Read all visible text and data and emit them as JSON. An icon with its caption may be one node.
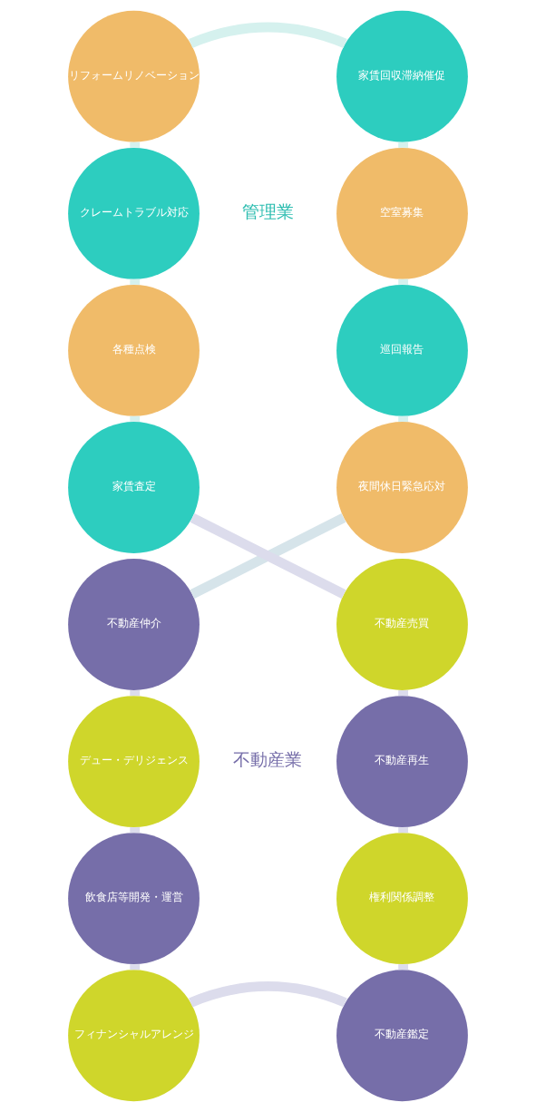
{
  "diagram": {
    "nodes": [
      {
        "text": [
          "リフォームリノベーション"
        ]
      },
      {
        "text": [
          "家賃回収滞納催促"
        ]
      },
      {
        "text": [
          "クレームトラブル対応"
        ]
      },
      {
        "text": [
          "空室募集"
        ]
      },
      {
        "text": [
          "各種点検"
        ]
      },
      {
        "text": [
          "巡回報告"
        ]
      },
      {
        "text": [
          "家賃査定"
        ]
      },
      {
        "text": [
          "夜間休日緊急応対"
        ]
      },
      {
        "text": [
          "不動産仲介"
        ]
      },
      {
        "text": [
          "不動産売買"
        ]
      },
      {
        "text": [
          "デュー・デリジェンス"
        ]
      },
      {
        "text": [
          "不動産再生"
        ]
      },
      {
        "text": [
          "飲食店等開発・運営"
        ]
      },
      {
        "text": [
          "権利関係調整"
        ]
      },
      {
        "text": [
          "フィナンシャルアレンジ"
        ]
      },
      {
        "text": [
          "不動産鑑定"
        ]
      }
    ],
    "edges": [
      {
        "from": 6,
        "to": 4,
        "arrow": "none"
      },
      {
        "from": 4,
        "to": 2,
        "arrow": "none"
      },
      {
        "from": 2,
        "to": 0,
        "arrow": "none"
      },
      {
        "from": 0,
        "to": 1,
        "arrow": "none"
      },
      {
        "from": 1,
        "to": 3,
        "arrow": "none"
      },
      {
        "from": 3,
        "to": 5,
        "arrow": "none"
      },
      {
        "from": 5,
        "to": 7,
        "arrow": "none"
      },
      {
        "from": 7,
        "to": 8,
        "arrow": "none",
        "color": "#d6e4ea"
      },
      {
        "from": 8,
        "to": 10,
        "arrow": "none",
        "color": "#dcdcec"
      },
      {
        "from": 10,
        "to": 12,
        "arrow": "none",
        "color": "#dcdcec"
      },
      {
        "from": 12,
        "to": 14,
        "arrow": "none",
        "color": "#dcdcec"
      },
      {
        "from": 14,
        "to": 15,
        "arrow": "none",
        "color": "#dcdcec"
      },
      {
        "from": 15,
        "to": 13,
        "arrow": "none",
        "color": "#dcdcec"
      },
      {
        "from": 13,
        "to": 11,
        "arrow": "none",
        "color": "#dcdcec"
      },
      {
        "from": 11,
        "to": 9,
        "arrow": "none",
        "color": "#dcdcec"
      },
      {
        "from": 9,
        "to": 6,
        "arrow": "none",
        "color": "#dcdcec"
      }
    ],
    "labels": [
      "管理業",
      "不動産業"
    ]
  }
}
